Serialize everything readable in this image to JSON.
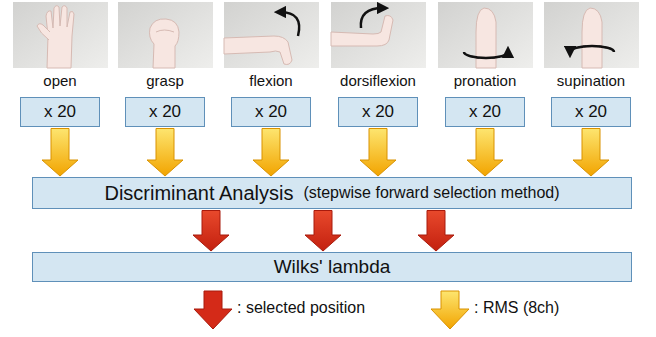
{
  "diagram": {
    "nodes": [
      {
        "text": [
          "x 20"
        ]
      },
      {
        "text": [
          "x 20"
        ]
      },
      {
        "text": [
          "x 20"
        ]
      },
      {
        "text": [
          "x 20"
        ]
      },
      {
        "text": [
          "x 20"
        ]
      },
      {
        "text": [
          "x 20"
        ]
      },
      {
        "text": [
          "Discriminant Analysis",
          "(stepwise forward selection method)"
        ]
      },
      {
        "text": [
          "Wilks' lambda"
        ]
      }
    ],
    "edges": [
      {
        "from": 0,
        "to": 6,
        "arrow": "to"
      },
      {
        "from": 1,
        "to": 6,
        "arrow": "to"
      },
      {
        "from": 2,
        "to": 6,
        "arrow": "to"
      },
      {
        "from": 3,
        "to": 6,
        "arrow": "to"
      },
      {
        "from": 4,
        "to": 6,
        "arrow": "to"
      },
      {
        "from": 5,
        "to": 6,
        "arrow": "to"
      },
      {
        "from": 6,
        "to": 7,
        "arrow": "to"
      },
      {
        "from": 6,
        "to": 7,
        "arrow": "to"
      },
      {
        "from": 6,
        "to": 7,
        "arrow": "to"
      }
    ],
    "labels": [
      "open",
      "grasp",
      "flexion",
      "dorsiflexion",
      "pronation",
      "supination"
    ],
    "legend": [
      {
        "text": ": selected position"
      },
      {
        "text": ": RMS (8ch)"
      }
    ]
  }
}
